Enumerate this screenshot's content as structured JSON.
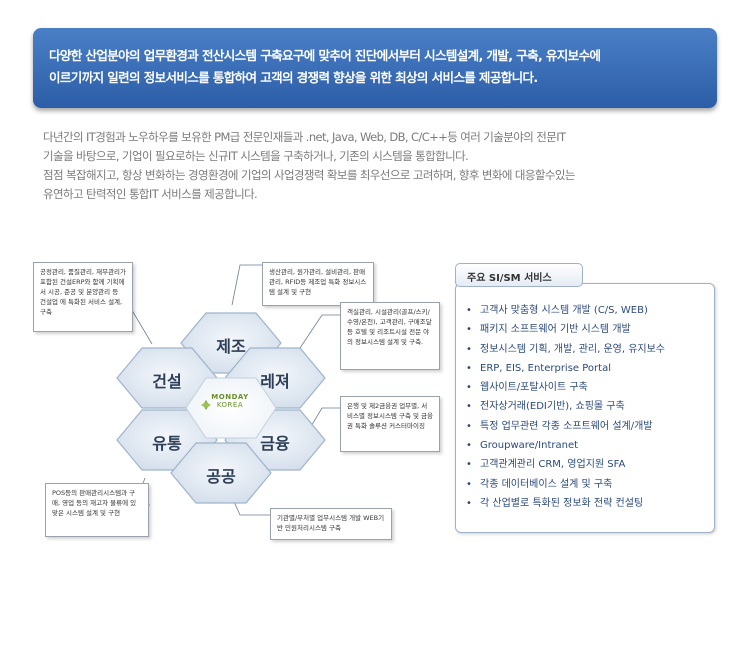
{
  "banner": {
    "line1": "다양한 산업분야의 업무환경과 전산시스템 구축요구에 맞추어 진단에서부터 시스템설계, 개발, 구축, 유지보수에",
    "line2": "이르기까지 일련의 정보서비스를 통합하여 고객의 경쟁력 향상을 위한 최상의 서비스를 제공합니다."
  },
  "intro": {
    "line1": "다년간의 IT경험과 노우하우를 보유한 PM급 전문인재들과 .net, Java, Web, DB, C/C++등 여러 기술분야의 전문IT",
    "line2": "기술을 바탕으로, 기업이 필요로하는 신규IT 시스템을 구축하거나, 기존의 시스템을 통합합니다.",
    "line3": "점점 복잡해지고, 항상 변화하는 경영환경에 기업의 사업경쟁력 확보를 최우선으로 고려하며, 향후 변화에 대응할수있는",
    "line4": "유연하고 탄력적인 통합IT 서비스를 제공합니다."
  },
  "hexes": {
    "manufacturing": "제조",
    "construction": "건설",
    "leisure": "레져",
    "distribution": "유통",
    "finance": "금융",
    "public": "공공"
  },
  "logo": {
    "line1": "MONDAY",
    "line2": "KOREA"
  },
  "callouts": {
    "construction": "공정관리, 품질관리, 재무관리가 포함된 건설ERP와 함께 기획에서 시공, 준공 및 분양관리 등 건설업 에 특화된 서비스 설계, 구축",
    "manufacturing": "생산관리, 원가관리, 설비관리, 판매관리, RFID등 제조업 특화 정보시스템 설계 및 구현",
    "leisure": "객실관리, 시설관리(골프/스키/수영/온천), 고객관리, 구매조달 등 호텔 및 리조트시설 전문 야의 정보시스템 설계 및 구축.",
    "finance": "은행 및 제2금융권 업무별, 서비스별 정보시스템 구축 및 금융권 특화 솔루션 커스터마이징",
    "distribution": "POS등의 판매관리시스템과 구매, 영업 등의 재고자 물류에 있맞은 시스템 설계 및 구현",
    "public": "기관별/부처별 업무시스템 개발 WEB기반 민원처리시스템 구축"
  },
  "panel": {
    "title": "주요 SI/SM 서비스",
    "items": [
      "고객사 맞춤형 시스템 개발 (C/S, WEB)",
      "패키지 소프트웨어 기반 시스템 개발",
      "정보시스템 기획, 개발, 관리, 운영, 유지보수",
      "ERP, EIS, Enterprise Portal",
      "웹사이트/포탈사이트 구축",
      "전자상거래(EDI기반), 쇼핑몰 구축",
      "특정 업무관련 각종 소프트웨어 설계/개발",
      "Groupware/Intranet",
      "고객관계관리 CRM, 영업지원 SFA",
      "각종 데이터베이스 설계 및 구축",
      "각 산업별로 특화된 정보화 전략 컨설팅"
    ]
  },
  "colors": {
    "banner": "#2c5ea8",
    "hex_fill": "#dde7f3",
    "hex_stroke": "#9fb3cc",
    "accent": "#2b4a7a"
  }
}
